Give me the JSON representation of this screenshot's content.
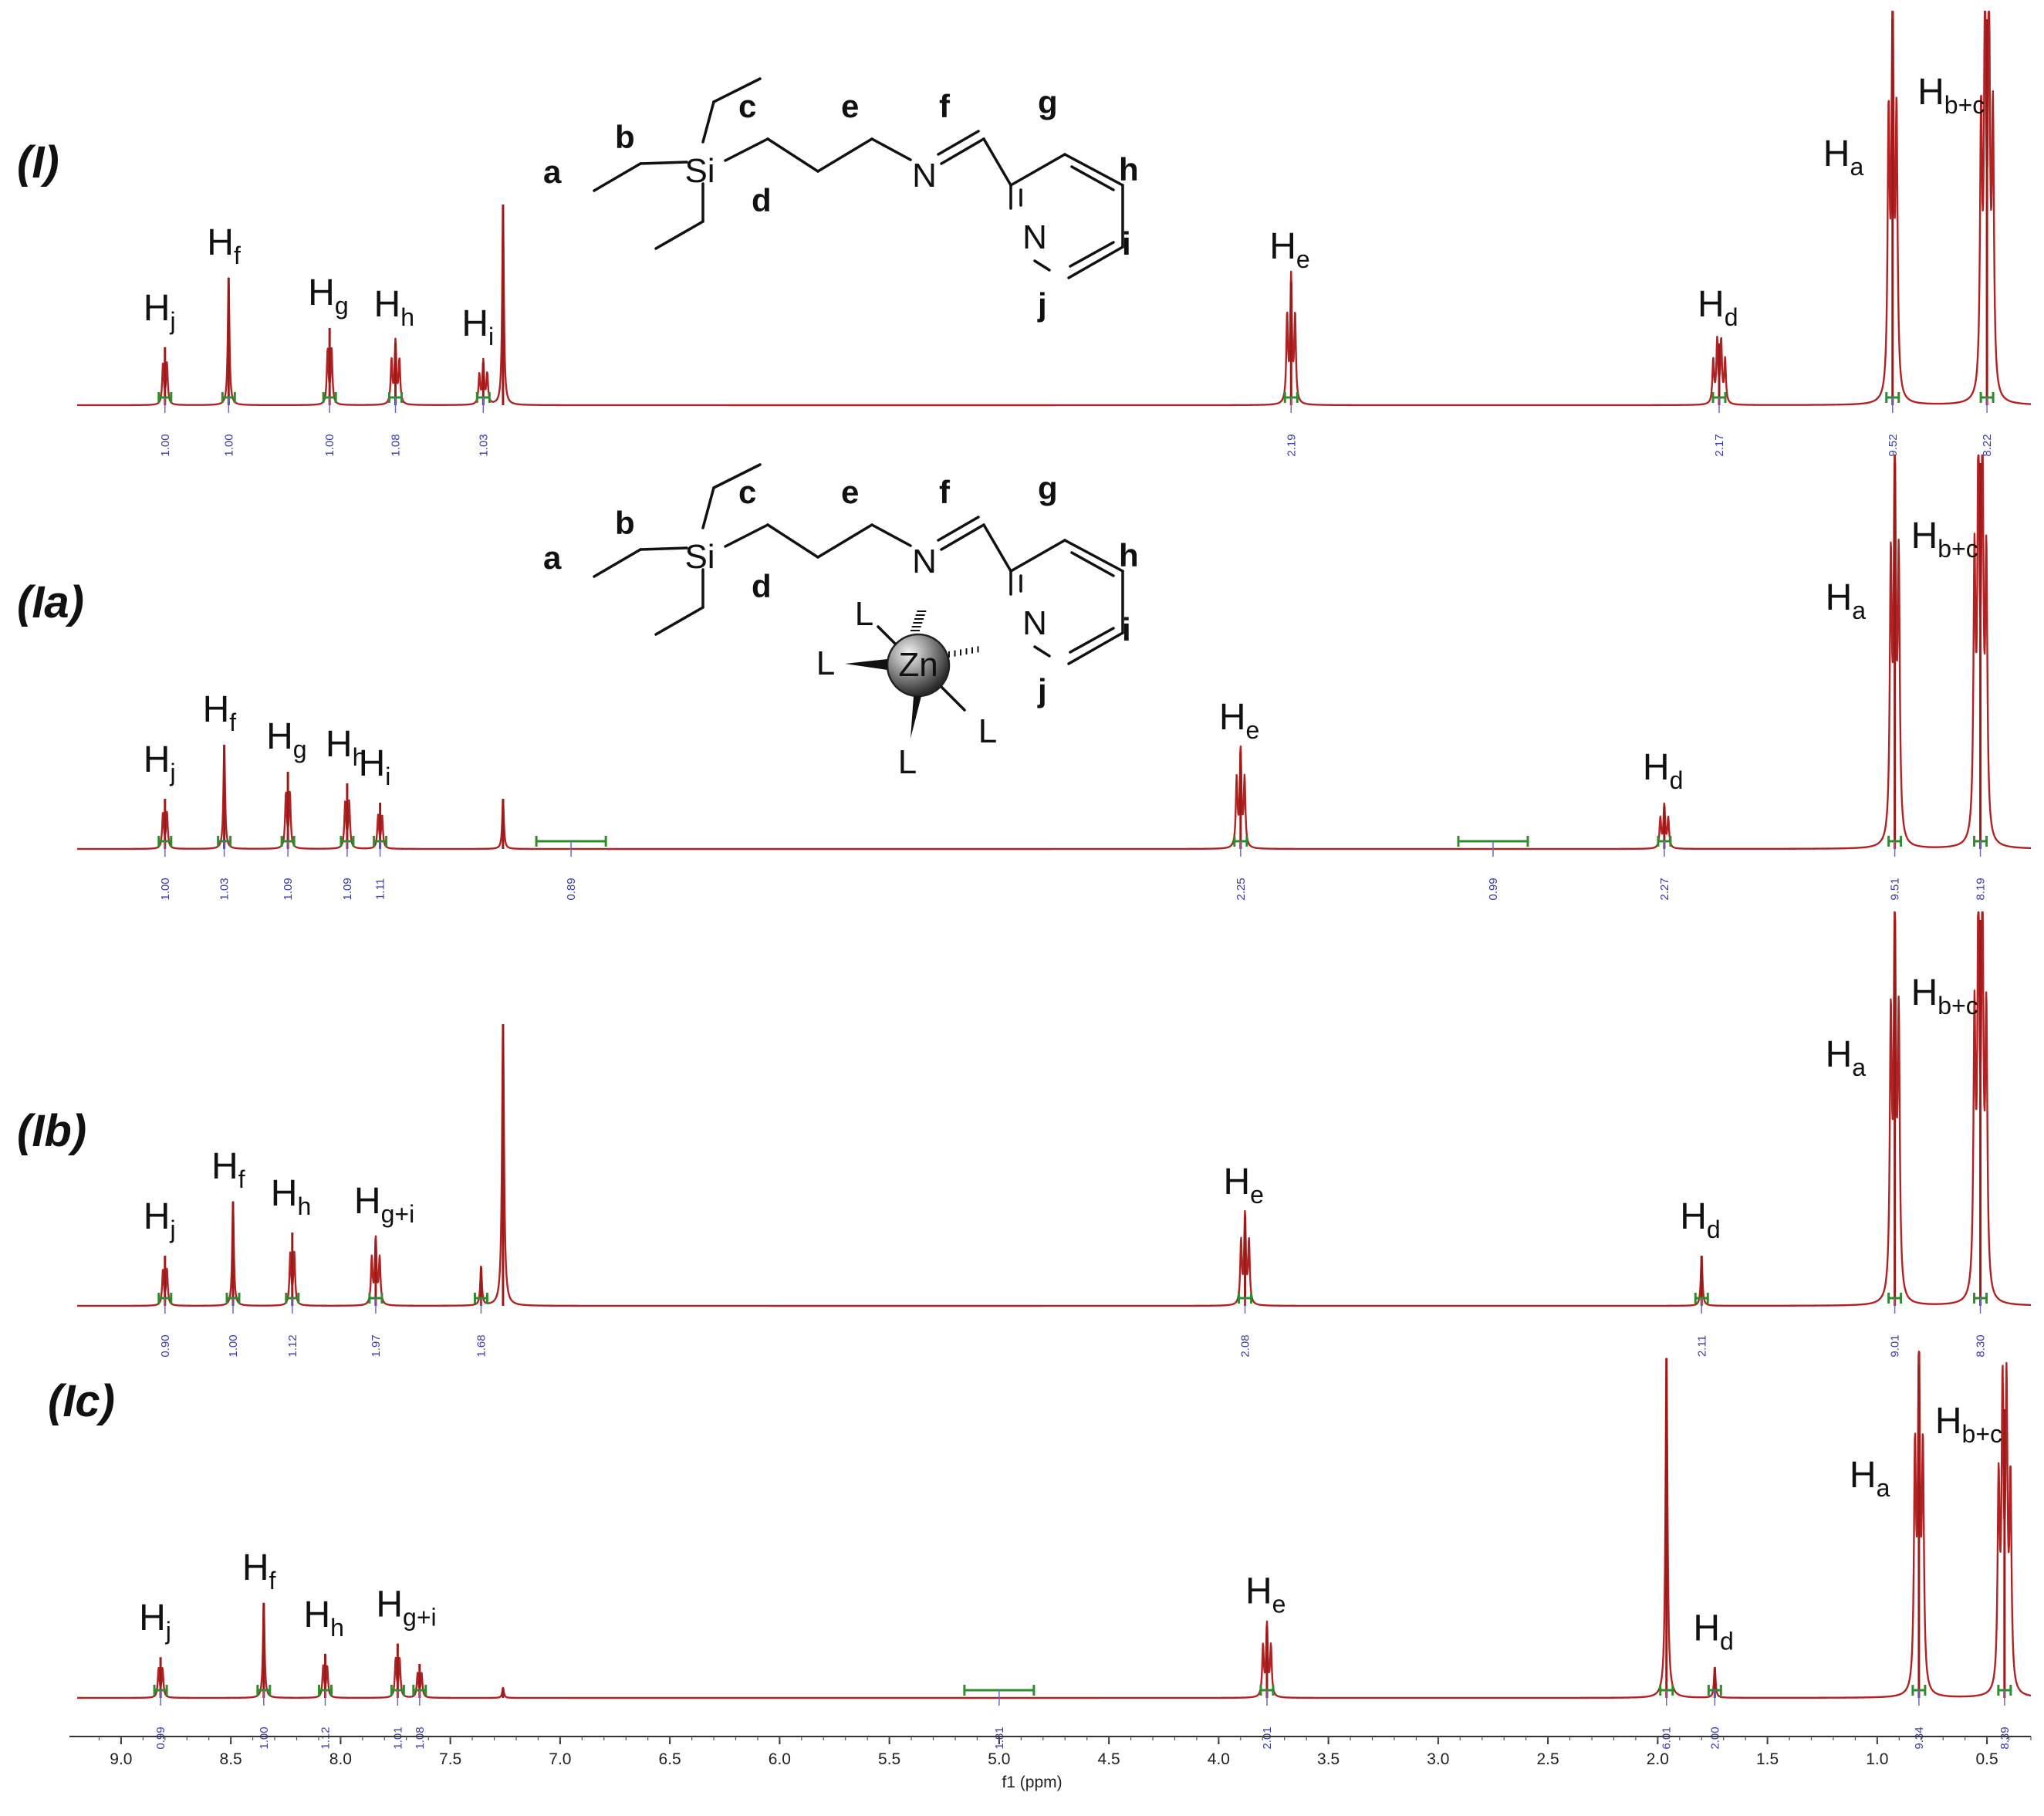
{
  "chart_data": {
    "type": "line",
    "xlabel": "f1 (ppm)",
    "xlim": [
      9.2,
      0.3
    ],
    "x_ticks": [
      "9.0",
      "8.5",
      "8.0",
      "7.5",
      "7.0",
      "6.5",
      "6.0",
      "5.5",
      "5.0",
      "4.5",
      "4.0",
      "3.5",
      "3.0",
      "2.5",
      "2.0",
      "1.5",
      "1.0",
      "0.5"
    ],
    "x_tick_values": [
      9.0,
      8.5,
      8.0,
      7.5,
      7.0,
      6.5,
      6.0,
      5.5,
      5.0,
      4.5,
      4.0,
      3.5,
      3.0,
      2.5,
      2.0,
      1.5,
      1.0,
      0.5
    ],
    "colors": {
      "spectrum": "#b22222",
      "integral": "#2e8b2e",
      "integral_text": "#3a3aa8"
    },
    "spectra": [
      {
        "label": "(I)",
        "peaks": [
          {
            "ppm": 8.8,
            "height": 0.15,
            "mult": 2,
            "label": "H",
            "sub": "j"
          },
          {
            "ppm": 8.51,
            "height": 0.33,
            "mult": 1,
            "label": "H",
            "sub": "f"
          },
          {
            "ppm": 8.05,
            "height": 0.2,
            "mult": 2,
            "label": "H",
            "sub": "g"
          },
          {
            "ppm": 7.75,
            "height": 0.16,
            "mult": 3,
            "label": "H",
            "sub": "h"
          },
          {
            "ppm": 7.35,
            "height": 0.11,
            "mult": 3,
            "label": "H",
            "sub": "i"
          },
          {
            "ppm": 7.26,
            "height": 0.52,
            "mult": 1,
            "label": "",
            "sub": ""
          },
          {
            "ppm": 3.67,
            "height": 0.32,
            "mult": 3,
            "label": "H",
            "sub": "e"
          },
          {
            "ppm": 1.72,
            "height": 0.16,
            "mult": 4,
            "label": "H",
            "sub": "d"
          },
          {
            "ppm": 0.93,
            "height": 1.0,
            "mult": 3,
            "label": "H",
            "sub": "a"
          },
          {
            "ppm": 0.5,
            "height": 1.0,
            "mult": 4,
            "label": "H",
            "sub": "b+c"
          }
        ],
        "integrals": [
          {
            "ppm": 8.8,
            "value": "1.00"
          },
          {
            "ppm": 8.51,
            "value": "1.00"
          },
          {
            "ppm": 8.05,
            "value": "1.00"
          },
          {
            "ppm": 7.75,
            "value": "1.08"
          },
          {
            "ppm": 7.35,
            "value": "1.03"
          },
          {
            "ppm": 3.67,
            "value": "2.19"
          },
          {
            "ppm": 1.72,
            "value": "2.17"
          },
          {
            "ppm": 0.93,
            "value": "9.52"
          },
          {
            "ppm": 0.5,
            "value": "8.22"
          }
        ]
      },
      {
        "label": "(Ia)",
        "peaks": [
          {
            "ppm": 8.8,
            "height": 0.13,
            "mult": 2,
            "label": "H",
            "sub": "j"
          },
          {
            "ppm": 8.53,
            "height": 0.27,
            "mult": 1,
            "label": "H",
            "sub": "f"
          },
          {
            "ppm": 8.24,
            "height": 0.2,
            "mult": 2,
            "label": "H",
            "sub": "g"
          },
          {
            "ppm": 7.97,
            "height": 0.17,
            "mult": 2,
            "label": "H",
            "sub": "h"
          },
          {
            "ppm": 7.82,
            "height": 0.12,
            "mult": 2,
            "label": "H",
            "sub": "i"
          },
          {
            "ppm": 7.26,
            "height": 0.13,
            "mult": 1,
            "label": "",
            "sub": ""
          },
          {
            "ppm": 3.9,
            "height": 0.25,
            "mult": 3,
            "label": "H",
            "sub": "e"
          },
          {
            "ppm": 1.97,
            "height": 0.11,
            "mult": 3,
            "label": "H",
            "sub": "d"
          },
          {
            "ppm": 0.92,
            "height": 1.0,
            "mult": 3,
            "label": "H",
            "sub": "a"
          },
          {
            "ppm": 0.53,
            "height": 1.0,
            "mult": 4,
            "label": "H",
            "sub": "b+c"
          }
        ],
        "integrals": [
          {
            "ppm": 8.8,
            "value": "1.00"
          },
          {
            "ppm": 8.53,
            "value": "1.03"
          },
          {
            "ppm": 8.24,
            "value": "1.09"
          },
          {
            "ppm": 7.97,
            "value": "1.09"
          },
          {
            "ppm": 7.82,
            "value": "1.11"
          },
          {
            "ppm": 6.95,
            "value": "0.89",
            "wide": true
          },
          {
            "ppm": 3.9,
            "value": "2.25"
          },
          {
            "ppm": 2.75,
            "value": "0.99",
            "wide": true
          },
          {
            "ppm": 1.97,
            "value": "2.27"
          },
          {
            "ppm": 0.92,
            "value": "9.51"
          },
          {
            "ppm": 0.53,
            "value": "8.19"
          }
        ]
      },
      {
        "label": "(Ib)",
        "peaks": [
          {
            "ppm": 8.8,
            "height": 0.13,
            "mult": 2,
            "label": "H",
            "sub": "j"
          },
          {
            "ppm": 8.49,
            "height": 0.27,
            "mult": 1,
            "label": "H",
            "sub": "f"
          },
          {
            "ppm": 8.22,
            "height": 0.19,
            "mult": 2,
            "label": "H",
            "sub": "h"
          },
          {
            "ppm": 7.84,
            "height": 0.17,
            "mult": 3,
            "label": "H",
            "sub": "g+i"
          },
          {
            "ppm": 7.36,
            "height": 0.1,
            "mult": 1,
            "label": "",
            "sub": ""
          },
          {
            "ppm": 7.26,
            "height": 0.73,
            "mult": 1,
            "label": "",
            "sub": ""
          },
          {
            "ppm": 3.88,
            "height": 0.23,
            "mult": 3,
            "label": "H",
            "sub": "e"
          },
          {
            "ppm": 1.8,
            "height": 0.13,
            "mult": 1,
            "label": "H",
            "sub": "d"
          },
          {
            "ppm": 0.92,
            "height": 1.0,
            "mult": 3,
            "label": "H",
            "sub": "a"
          },
          {
            "ppm": 0.53,
            "height": 1.0,
            "mult": 4,
            "label": "H",
            "sub": "b+c"
          }
        ],
        "integrals": [
          {
            "ppm": 8.8,
            "value": "0.90"
          },
          {
            "ppm": 8.49,
            "value": "1.00"
          },
          {
            "ppm": 8.22,
            "value": "1.12"
          },
          {
            "ppm": 7.84,
            "value": "1.97"
          },
          {
            "ppm": 7.36,
            "value": "1.68"
          },
          {
            "ppm": 3.88,
            "value": "2.08"
          },
          {
            "ppm": 1.8,
            "value": "2.11"
          },
          {
            "ppm": 0.92,
            "value": "9.01"
          },
          {
            "ppm": 0.53,
            "value": "8.30"
          }
        ]
      },
      {
        "label": "(Ic)",
        "peaks": [
          {
            "ppm": 8.82,
            "height": 0.12,
            "mult": 2,
            "label": "H",
            "sub": "j"
          },
          {
            "ppm": 8.35,
            "height": 0.28,
            "mult": 1,
            "label": "H",
            "sub": "f"
          },
          {
            "ppm": 8.07,
            "height": 0.13,
            "mult": 2,
            "label": "H",
            "sub": "h"
          },
          {
            "ppm": 7.74,
            "height": 0.16,
            "mult": 2,
            "label": "H",
            "sub": "g+i"
          },
          {
            "ppm": 7.64,
            "height": 0.1,
            "mult": 2,
            "label": "",
            "sub": ""
          },
          {
            "ppm": 7.26,
            "height": 0.03,
            "mult": 1,
            "label": "",
            "sub": ""
          },
          {
            "ppm": 3.78,
            "height": 0.21,
            "mult": 3,
            "label": "H",
            "sub": "e"
          },
          {
            "ppm": 1.96,
            "height": 1.0,
            "mult": 1,
            "label": "",
            "sub": ""
          },
          {
            "ppm": 1.74,
            "height": 0.09,
            "mult": 1,
            "label": "H",
            "sub": "d"
          },
          {
            "ppm": 0.81,
            "height": 0.98,
            "mult": 3,
            "label": "H",
            "sub": "a"
          },
          {
            "ppm": 0.42,
            "height": 0.85,
            "mult": 4,
            "label": "H",
            "sub": "b+c"
          }
        ],
        "integrals": [
          {
            "ppm": 8.82,
            "value": "0.99"
          },
          {
            "ppm": 8.35,
            "value": "1.00"
          },
          {
            "ppm": 8.07,
            "value": "1.12"
          },
          {
            "ppm": 7.74,
            "value": "1.01"
          },
          {
            "ppm": 7.64,
            "value": "1.08"
          },
          {
            "ppm": 5.0,
            "value": "1.81",
            "wide": true
          },
          {
            "ppm": 3.78,
            "value": "2.01"
          },
          {
            "ppm": 1.96,
            "value": "6.01"
          },
          {
            "ppm": 1.74,
            "value": "2.00"
          },
          {
            "ppm": 0.81,
            "value": "9.34"
          },
          {
            "ppm": 0.42,
            "value": "8.39"
          }
        ]
      }
    ],
    "structure": {
      "position_letters": [
        "a",
        "b",
        "c",
        "d",
        "e",
        "f",
        "g",
        "h",
        "i",
        "j"
      ],
      "atoms": {
        "silicon": "Si",
        "nitrogen": "N",
        "zinc": "Zn",
        "ligand": "L"
      }
    }
  }
}
